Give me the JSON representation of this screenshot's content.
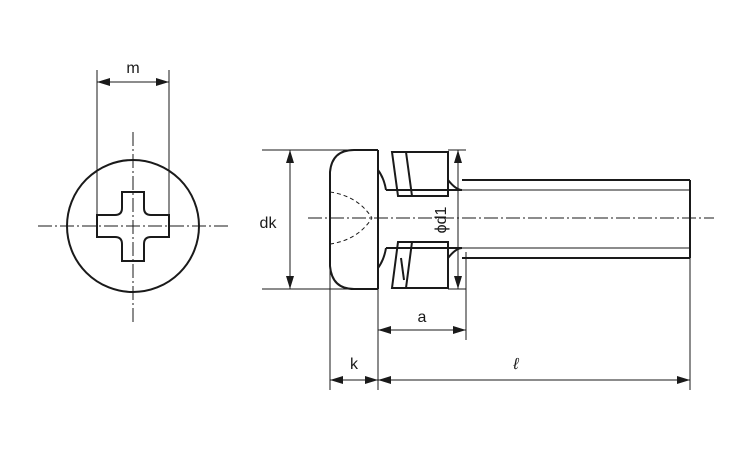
{
  "diagram": {
    "labels": {
      "m": "m",
      "dk": "dk",
      "d1": "ϕd1",
      "a": "a",
      "k": "k",
      "l": "ℓ"
    },
    "line_color": "#1a1a1a",
    "background": "#ffffff"
  }
}
